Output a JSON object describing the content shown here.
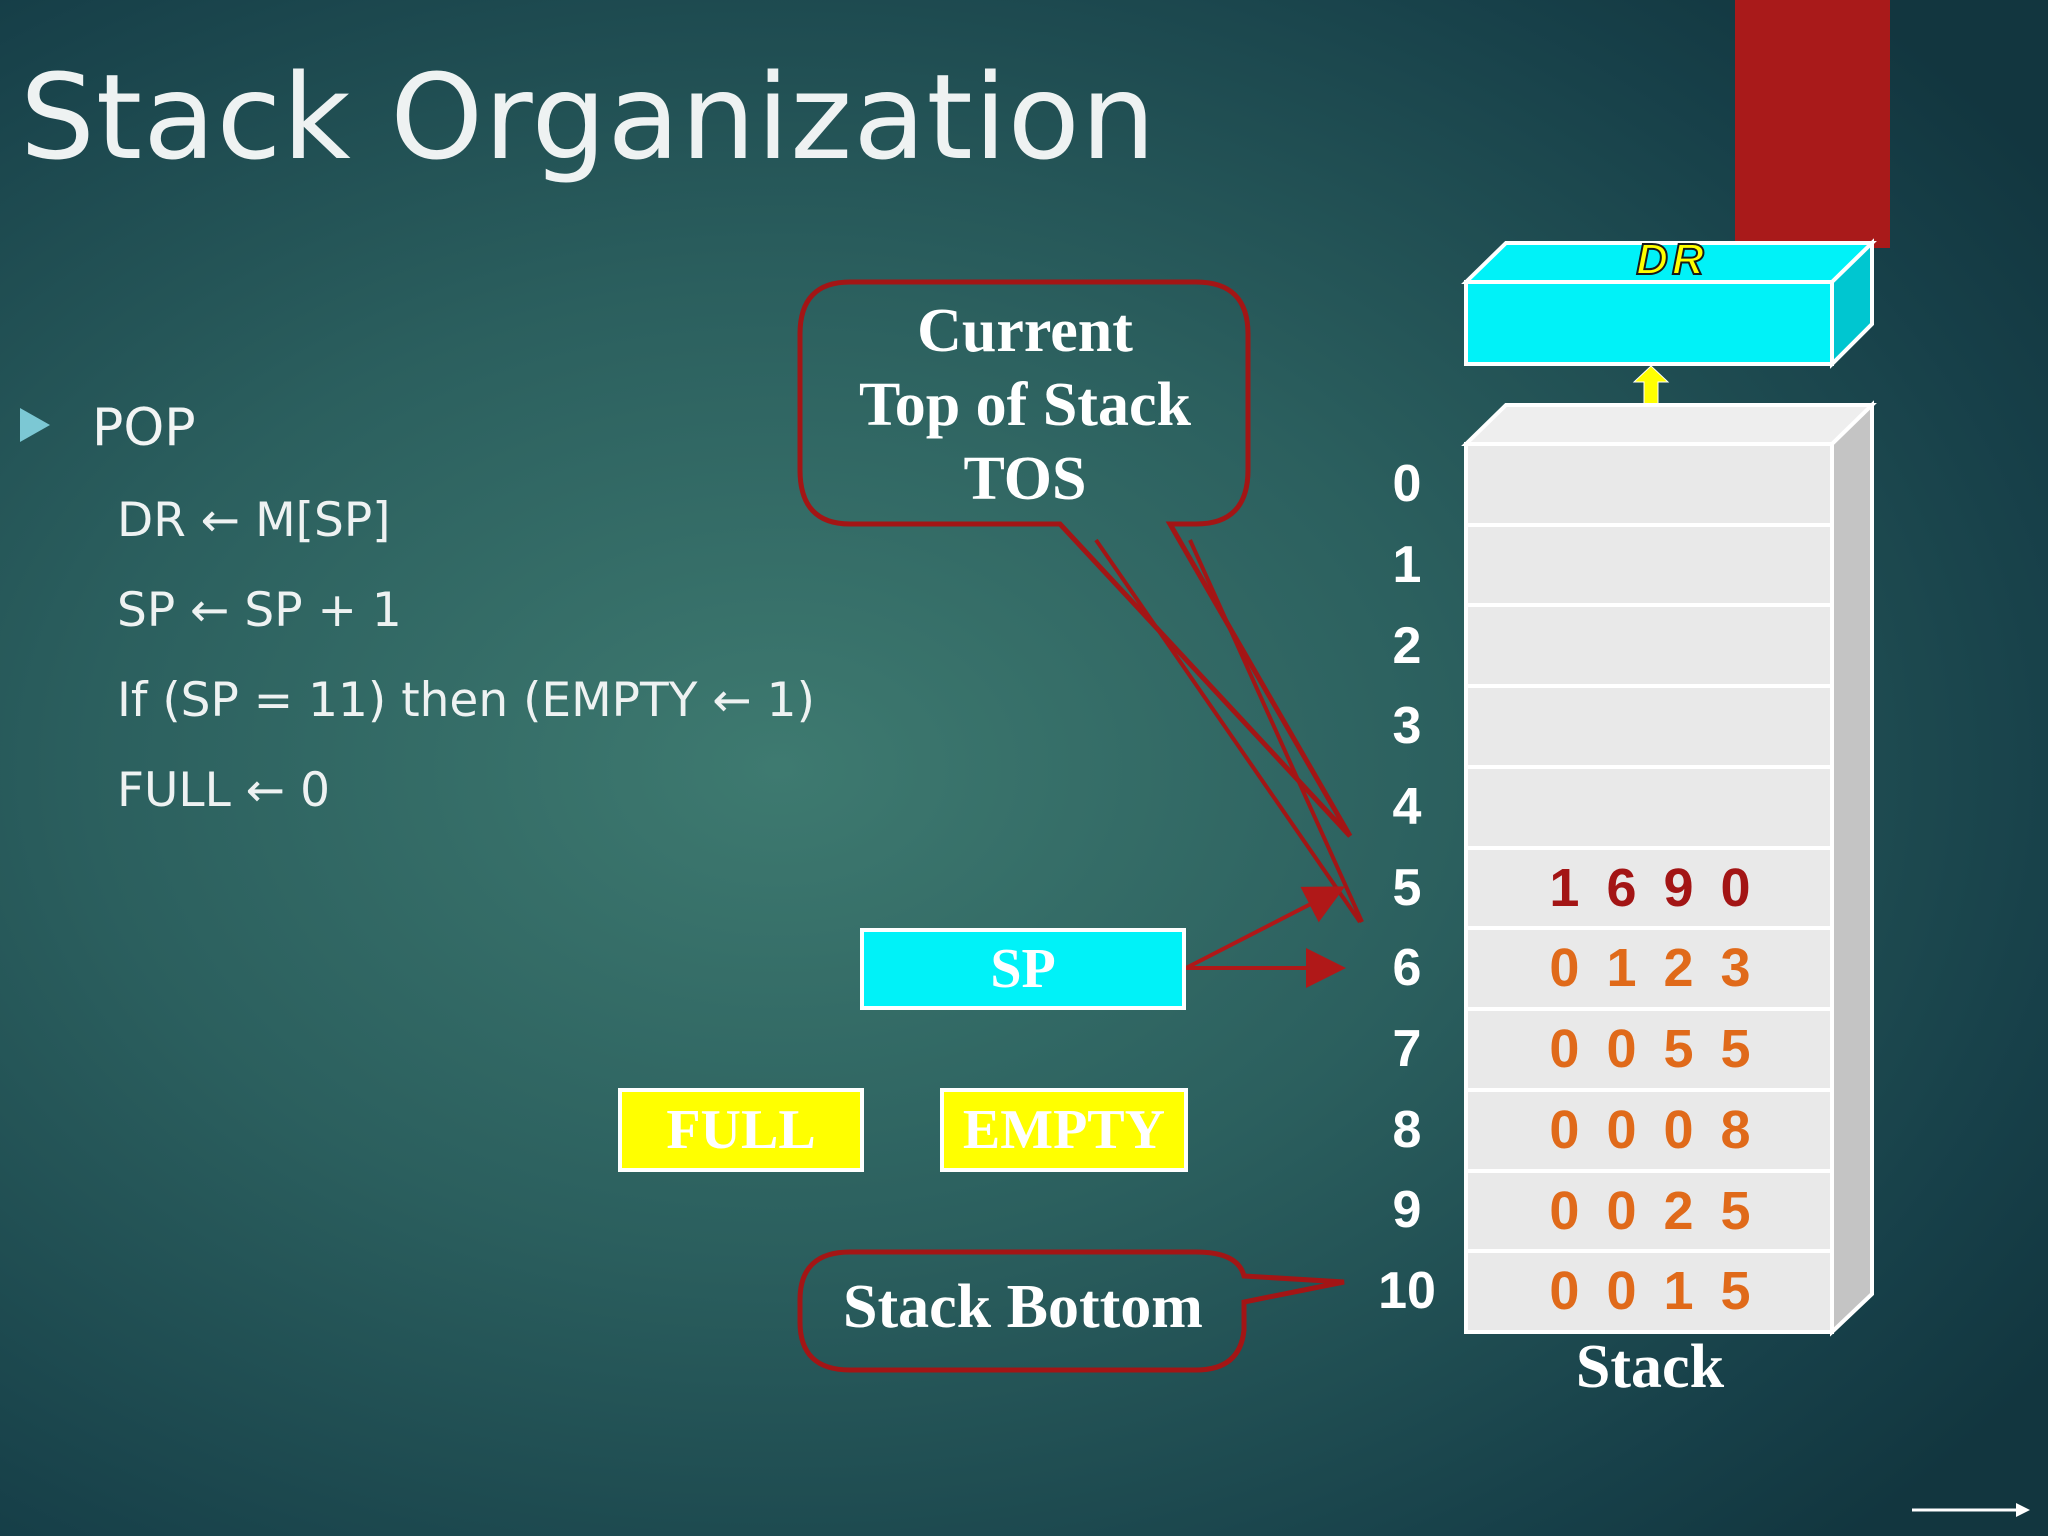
{
  "slide": {
    "title": "Stack Organization",
    "bullet": "POP",
    "steps": [
      "DR ← M[SP]",
      "SP ← SP + 1",
      "If (SP = 11) then (EMPTY ← 1)",
      "FULL ← 0"
    ]
  },
  "diagram": {
    "tos_callout": [
      "Current",
      "Top of Stack",
      "TOS"
    ],
    "bottom_callout": "Stack Bottom",
    "sp_label": "SP",
    "full_label": "FULL",
    "empty_label": "EMPTY",
    "dr_label": "DR",
    "stack_caption": "Stack",
    "stack": {
      "addresses": [
        "0",
        "1",
        "2",
        "3",
        "4",
        "5",
        "6",
        "7",
        "8",
        "9",
        "10"
      ],
      "values": [
        "",
        "",
        "",
        "",
        "",
        "1690",
        "0123",
        "0055",
        "0008",
        "0025",
        "0015"
      ]
    },
    "colors": {
      "cyan": "#00f2f8",
      "yellow": "#ffff00",
      "dark_red": "#a31515",
      "value_red": "#a31515",
      "value_orange": "#e06a1a",
      "cell_fill": "#e9e9e9"
    }
  }
}
